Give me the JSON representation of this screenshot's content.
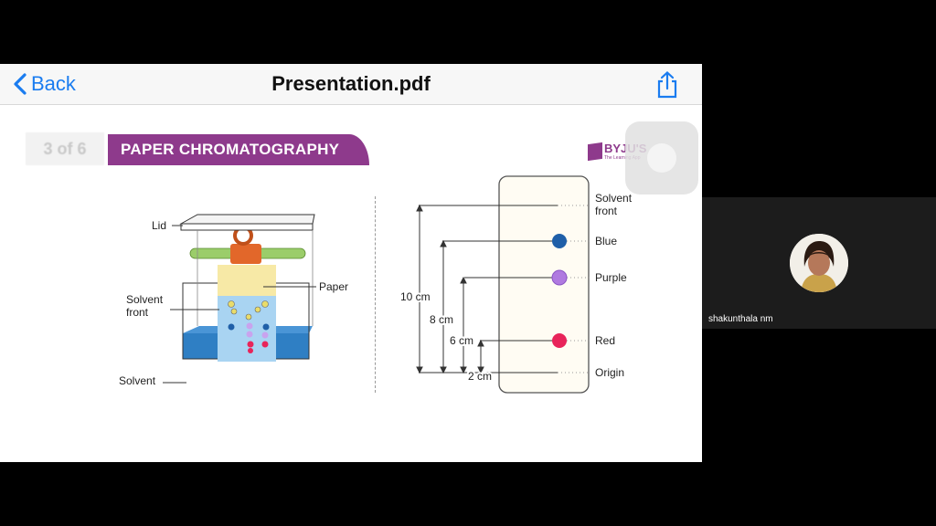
{
  "navbar": {
    "back_label": "Back",
    "title": "Presentation.pdf",
    "share_icon": "share-icon"
  },
  "slide": {
    "page_badge": "3 of 6",
    "title": "PAPER CHROMATOGRAPHY",
    "brand_name": "BYJU'S",
    "brand_tagline": "The Learning App",
    "apparatus_labels": {
      "lid": "Lid",
      "paper": "Paper",
      "solvent_front_1": "Solvent",
      "solvent_front_2": "front",
      "solvent": "Solvent"
    },
    "strip_labels": {
      "solvent_front_1": "Solvent",
      "solvent_front_2": "front",
      "blue": "Blue",
      "purple": "Purple",
      "red": "Red",
      "origin": "Origin"
    },
    "distances": {
      "d10": "10 cm",
      "d8": "8 cm",
      "d6": "6 cm",
      "d2": "2 cm"
    },
    "colors": {
      "title_bar": "#8e3a8c",
      "blue_spot": "#1f5fa8",
      "purple_spot": "#b07ae0",
      "red_spot": "#e8245a",
      "solvent": "#2f7fc4",
      "paper": "#f7e9a6"
    }
  },
  "participant": {
    "name": "shakunthala nm"
  }
}
